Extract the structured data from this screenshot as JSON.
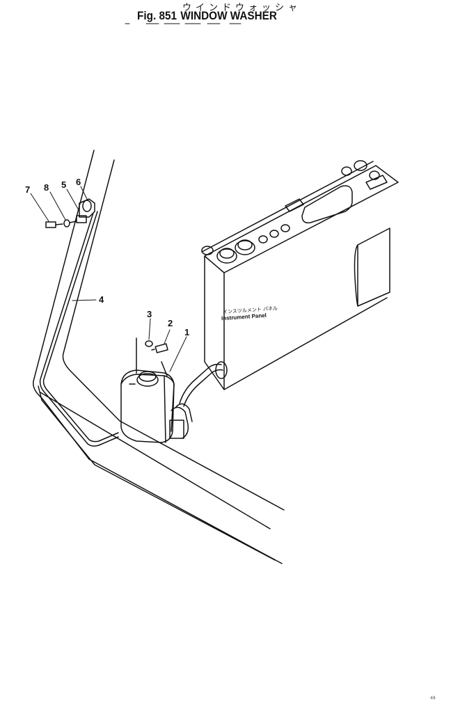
{
  "title": {
    "japanese": "ウインドウォッシャ",
    "fig_label": "Fig. 851",
    "name": "WINDOW  WASHER"
  },
  "callouts": [
    "1",
    "2",
    "3",
    "4",
    "5",
    "6",
    "7",
    "8"
  ],
  "panel_label": {
    "japanese": "インスツルメント パネル",
    "english": "Instrument Panel"
  },
  "page_mark": "48"
}
